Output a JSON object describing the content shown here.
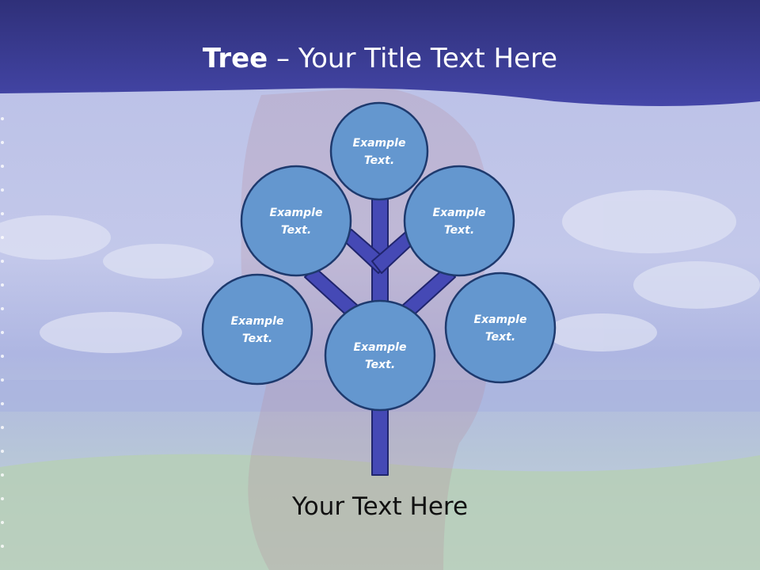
{
  "slide": {
    "title_bold": "Tree",
    "title_rest": " – Your Title Text Here",
    "caption": "Your Text Here"
  },
  "nodes": [
    {
      "id": "top",
      "label": [
        "Example",
        "Text."
      ]
    },
    {
      "id": "upper-left",
      "label": [
        "Example",
        "Text."
      ]
    },
    {
      "id": "upper-right",
      "label": [
        "Example",
        "Text."
      ]
    },
    {
      "id": "lower-left",
      "label": [
        "Example",
        "Text."
      ]
    },
    {
      "id": "center",
      "label": [
        "Example",
        "Text."
      ]
    },
    {
      "id": "lower-right",
      "label": [
        "Example",
        "Text."
      ]
    }
  ],
  "colors": {
    "header": "#3d3f9a",
    "node_fill": "#6497cf",
    "node_stroke": "#1e3a6e",
    "trunk": "#4549b5",
    "trunk_stroke": "#20256e"
  }
}
